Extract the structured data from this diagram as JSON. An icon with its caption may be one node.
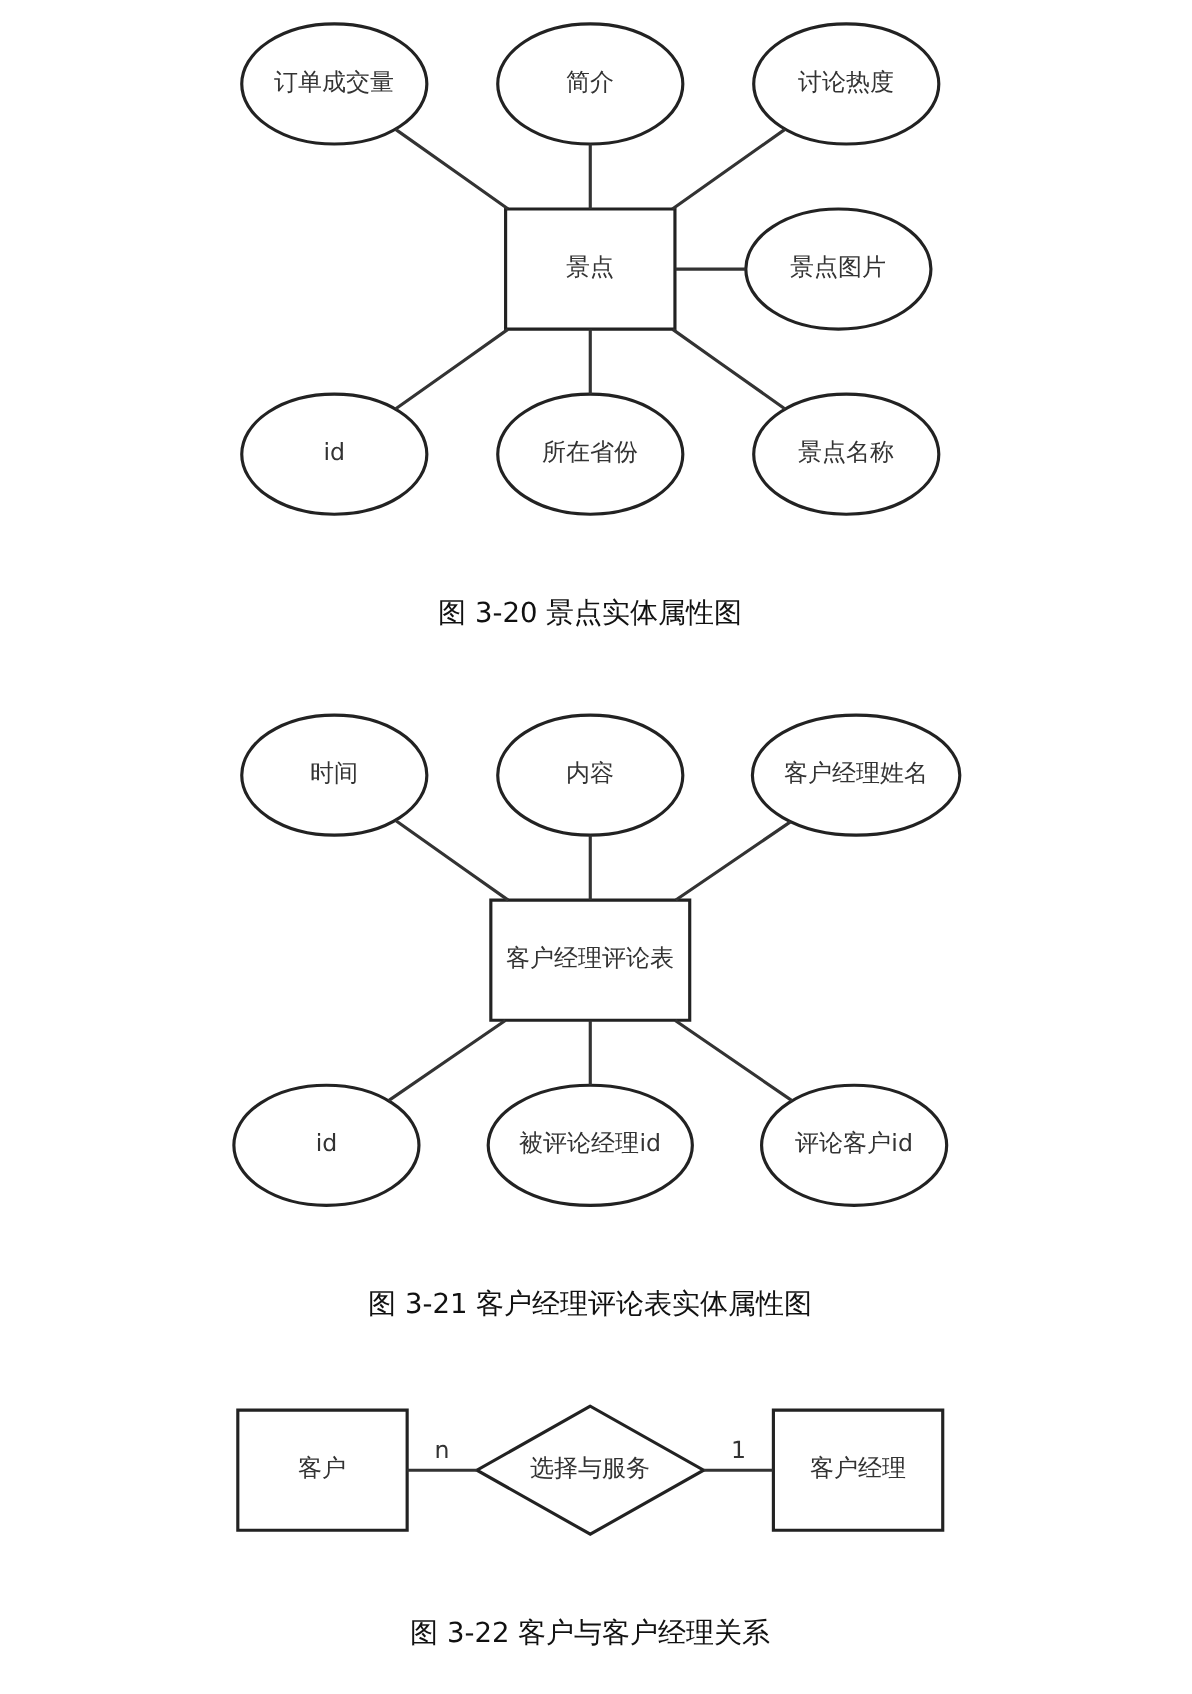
{
  "diagram": {
    "nodes": [
      {
        "text": [
          "订单成交量"
        ]
      },
      {
        "text": [
          "简介"
        ]
      },
      {
        "text": [
          "讨论热度"
        ]
      },
      {
        "text": [
          "景点"
        ]
      },
      {
        "text": [
          "景点图片"
        ]
      },
      {
        "text": [
          "id"
        ]
      },
      {
        "text": [
          "所在省份"
        ]
      },
      {
        "text": [
          "景点名称"
        ]
      },
      {
        "text": [
          "时间"
        ]
      },
      {
        "text": [
          "内容"
        ]
      },
      {
        "text": [
          "客户经理姓名"
        ]
      },
      {
        "text": [
          "客户经理评论表"
        ]
      },
      {
        "text": [
          "id"
        ]
      },
      {
        "text": [
          "被评论经理id"
        ]
      },
      {
        "text": [
          "评论客户id"
        ]
      },
      {
        "text": [
          "客户"
        ]
      },
      {
        "text": [
          "选择与服务"
        ]
      },
      {
        "text": [
          "客户经理"
        ]
      }
    ],
    "edges": [
      {
        "from": 0,
        "to": 3,
        "arrow": "none"
      },
      {
        "from": 1,
        "to": 3,
        "arrow": "none"
      },
      {
        "from": 2,
        "to": 3,
        "arrow": "none"
      },
      {
        "from": 3,
        "to": 4,
        "arrow": "none"
      },
      {
        "from": 3,
        "to": 5,
        "arrow": "none"
      },
      {
        "from": 3,
        "to": 6,
        "arrow": "none"
      },
      {
        "from": 3,
        "to": 7,
        "arrow": "none"
      },
      {
        "from": 8,
        "to": 11,
        "arrow": "none"
      },
      {
        "from": 9,
        "to": 11,
        "arrow": "none"
      },
      {
        "from": 10,
        "to": 11,
        "arrow": "none"
      },
      {
        "from": 11,
        "to": 12,
        "arrow": "none"
      },
      {
        "from": 11,
        "to": 13,
        "arrow": "none"
      },
      {
        "from": 11,
        "to": 14,
        "arrow": "none"
      },
      {
        "from": 15,
        "to": 16,
        "label": "n",
        "arrow": "none"
      },
      {
        "from": 16,
        "to": 17,
        "label": "1",
        "arrow": "none"
      }
    ],
    "labels": [
      "图 3-20 景点实体属性图",
      "图 3-21 客户经理评论表实体属性图",
      "图 3-22 客户与客户经理关系"
    ]
  }
}
